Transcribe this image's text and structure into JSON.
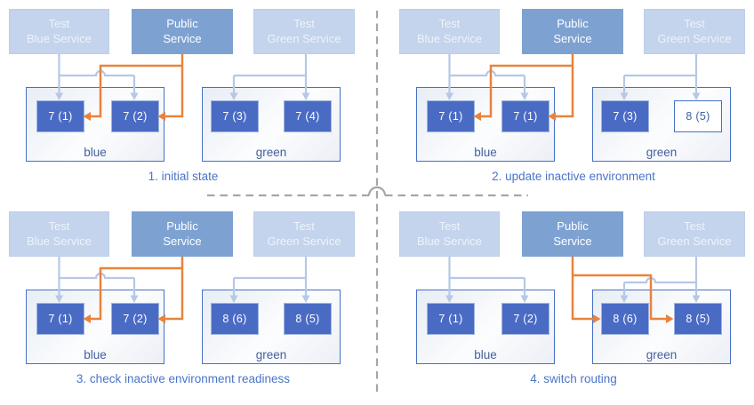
{
  "services": {
    "test_blue": {
      "line1": "Test",
      "line2": "Blue Service"
    },
    "public": {
      "line1": "Public",
      "line2": "Service"
    },
    "test_green": {
      "line1": "Test",
      "line2": "Green Service"
    }
  },
  "panels": [
    {
      "title": "1. initial state",
      "blue": {
        "label": "blue",
        "boxes": [
          "7 (1)",
          "7 (2)"
        ],
        "box_styles": [
          "filled",
          "filled"
        ]
      },
      "green": {
        "label": "green",
        "boxes": [
          "7 (3)",
          "7 (4)"
        ],
        "box_styles": [
          "filled",
          "filled"
        ]
      },
      "public_routes_to": "blue"
    },
    {
      "title": "2. update inactive environment",
      "blue": {
        "label": "blue",
        "boxes": [
          "7 (1)",
          "7 (1)"
        ],
        "box_styles": [
          "filled",
          "filled"
        ]
      },
      "green": {
        "label": "green",
        "boxes": [
          "7 (3)",
          "8 (5)"
        ],
        "box_styles": [
          "filled",
          "outlined"
        ]
      },
      "public_routes_to": "blue"
    },
    {
      "title": "3. check inactive environment readiness",
      "blue": {
        "label": "blue",
        "boxes": [
          "7 (1)",
          "7 (2)"
        ],
        "box_styles": [
          "filled",
          "filled"
        ]
      },
      "green": {
        "label": "green",
        "boxes": [
          "8 (6)",
          "8 (5)"
        ],
        "box_styles": [
          "filled",
          "filled"
        ]
      },
      "public_routes_to": "blue"
    },
    {
      "title": "4. switch routing",
      "blue": {
        "label": "blue",
        "boxes": [
          "7 (1)",
          "7 (2)"
        ],
        "box_styles": [
          "filled",
          "filled"
        ]
      },
      "green": {
        "label": "green",
        "boxes": [
          "8 (6)",
          "8 (5)"
        ],
        "box_styles": [
          "filled",
          "filled"
        ]
      },
      "public_routes_to": "green"
    }
  ],
  "colors": {
    "test_service_fill": "#c3d4ec",
    "public_service_fill": "#7da2d2",
    "version_box_fill": "#4a6bc4",
    "outlined_version_box_border": "#4472c4",
    "environment_box_border": "#4472c4",
    "test_traffic_line": "#b5c8e6",
    "public_traffic_line": "#e8833c",
    "title_text": "#4a74c9",
    "env_label_text": "#44609e",
    "divider": "#a6a6a6"
  }
}
